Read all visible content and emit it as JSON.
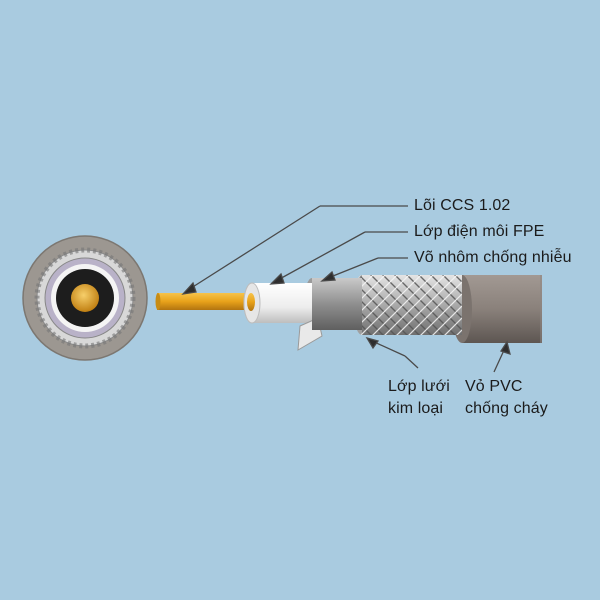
{
  "labels": {
    "core": "Lõi CCS 1.02",
    "dielectric": "Lớp điện môi FPE",
    "foil": "Võ nhôm chống nhiễu",
    "braid_line1": "Lớp lưới",
    "braid_line2": "kim loại",
    "jacket_line1": "Vỏ PVC",
    "jacket_line2": "chống cháy"
  },
  "colors": {
    "background": "#a9cbe0",
    "core": "#e8a21a",
    "dielectric": "#f2f2f2",
    "foil": "#9a9a9a",
    "braid": "#b8b8b8",
    "jacket": "#8a817b",
    "cross_section_outer": "#9c9791",
    "leader_line": "#4a4a4a"
  }
}
